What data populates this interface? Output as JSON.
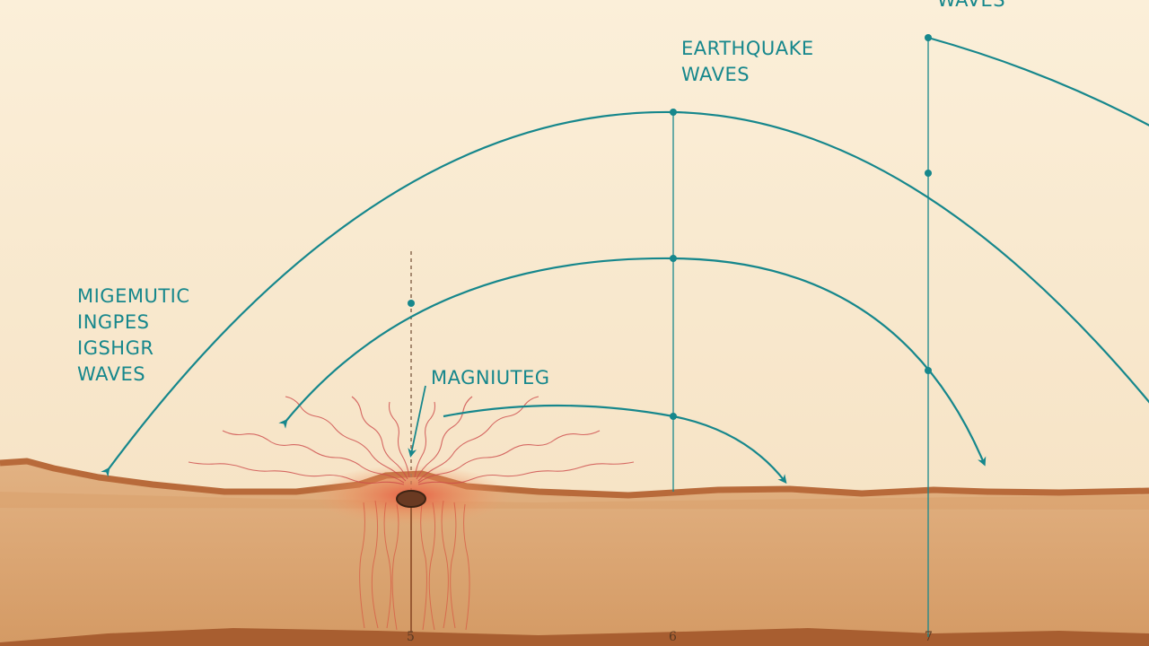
{
  "labels": {
    "top_partial": "WAVES",
    "earthquake_waves": [
      "EARTHQUAKE",
      "WAVES"
    ],
    "left_block": [
      "MIGEMUTIC",
      "INGPES",
      "IGSHGR",
      "WAVES"
    ],
    "magnitude": "MAGNIUTEG"
  },
  "axis_ticks": [
    "5",
    "6",
    "7"
  ],
  "colors": {
    "sky": "#f8ead2",
    "wave": "#16878c",
    "ground": "#dca977",
    "crust": "#b86a3a",
    "epicenter": "#e2553c"
  }
}
